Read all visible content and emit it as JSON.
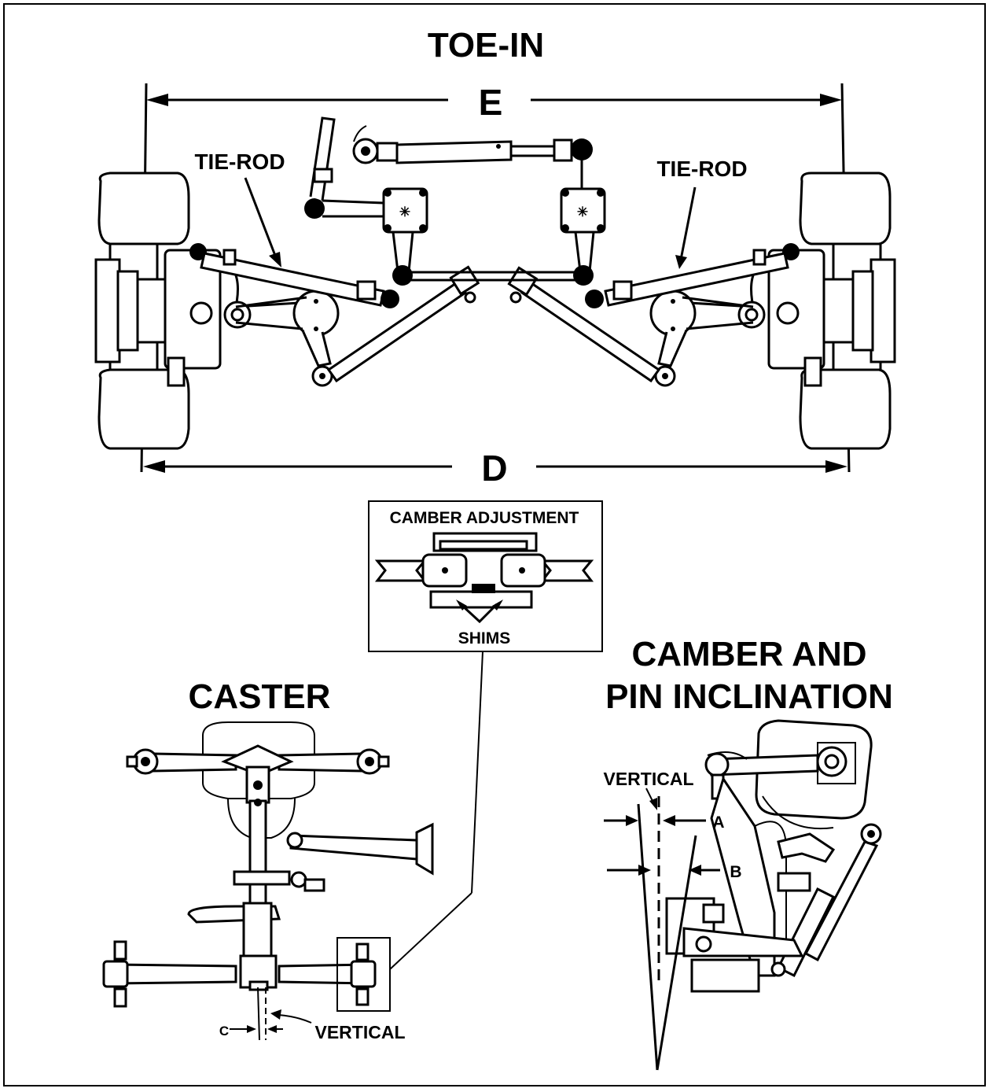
{
  "labels": {
    "toe_in_title": "TOE-IN",
    "dim_e": "E",
    "dim_d": "D",
    "tie_rod_left": "TIE-ROD",
    "tie_rod_right": "TIE-ROD",
    "camber_adjustment": "CAMBER ADJUSTMENT",
    "shims": "SHIMS",
    "caster_title": "CASTER",
    "camber_title_line1": "CAMBER AND",
    "camber_title_line2": "PIN INCLINATION",
    "vertical_right": "VERTICAL",
    "label_a": "A",
    "label_b": "B",
    "label_c": "C",
    "vertical_bottom": "VERTICAL"
  }
}
